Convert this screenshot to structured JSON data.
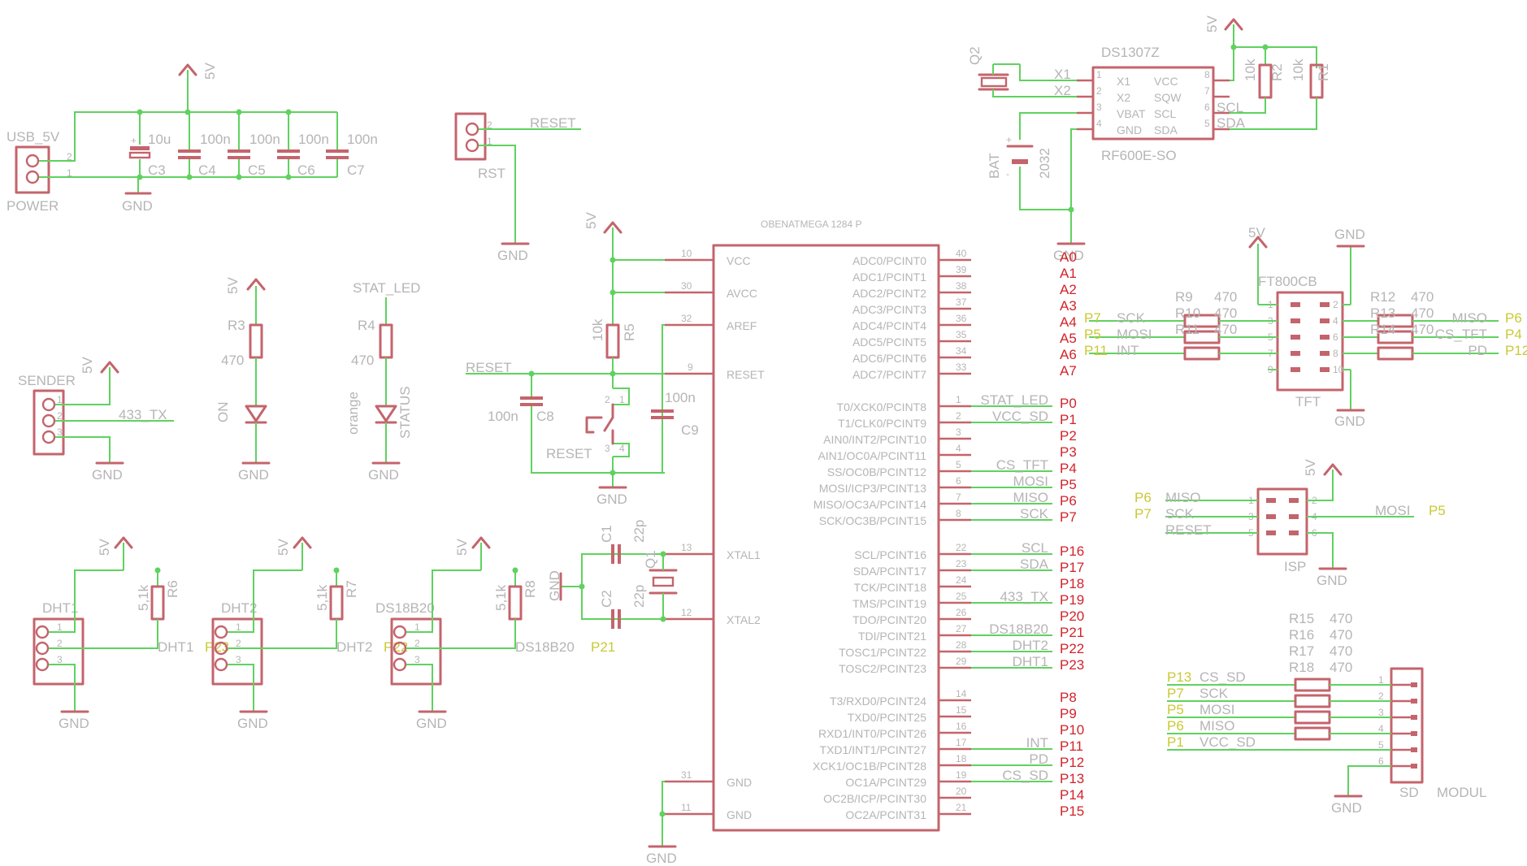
{
  "power": {
    "usb_label": "USB_5V",
    "power_label": "POWER",
    "pin1": "1",
    "pin2": "2",
    "vcc": "5V",
    "gnd": "GND",
    "caps": [
      {
        "value": "10u",
        "name": "C3"
      },
      {
        "value": "100n",
        "name": "C4"
      },
      {
        "value": "100n",
        "name": "C5"
      },
      {
        "value": "100n",
        "name": "C6"
      },
      {
        "value": "100n",
        "name": "C7"
      }
    ]
  },
  "rst": {
    "name": "RST",
    "net": "RESET",
    "pin1": "1",
    "pin2": "2",
    "gnd": "GND"
  },
  "rtc": {
    "crystal": "Q2",
    "chip_name": "DS1307Z",
    "chip_value": "RF600E-SO",
    "pins_left": [
      {
        "num": "1",
        "name": "X1",
        "net": "X1"
      },
      {
        "num": "2",
        "name": "X2",
        "net": "X2"
      },
      {
        "num": "3",
        "name": "VBAT",
        "net": ""
      },
      {
        "num": "4",
        "name": "GND",
        "net": ""
      }
    ],
    "pins_right": [
      {
        "num": "8",
        "name": "VCC",
        "net": ""
      },
      {
        "num": "7",
        "name": "SQW",
        "net": ""
      },
      {
        "num": "6",
        "name": "SCL",
        "net": "SCL"
      },
      {
        "num": "5",
        "name": "SDA",
        "net": "SDA"
      }
    ],
    "r2": {
      "name": "R2",
      "value": "10k"
    },
    "r1": {
      "name": "R1",
      "value": "10k"
    },
    "bat": {
      "name": "BAT",
      "value": "2032"
    },
    "vcc": "5V",
    "gnd": "GND"
  },
  "mcu": {
    "title": "OBENATMEGA 1284 P",
    "reset_net": "RESET",
    "vcc": "5V",
    "gnd": "GND",
    "r5": {
      "name": "R5",
      "value": "10k"
    },
    "c8": {
      "name": "C8",
      "value": "100n"
    },
    "c9": {
      "name": "C9",
      "value": "100n"
    },
    "reset_btn": "RESET",
    "btn_pins": [
      "1",
      "2",
      "3",
      "4"
    ],
    "c1": {
      "name": "C1",
      "value": "22p"
    },
    "c2": {
      "name": "C2",
      "value": "22p"
    },
    "q1": "Q1",
    "left_pins": [
      {
        "num": "10",
        "name": "VCC"
      },
      {
        "num": "30",
        "name": "AVCC"
      },
      {
        "num": "32",
        "name": "AREF"
      },
      {
        "num": "9",
        "name": "RESET"
      },
      {
        "num": "13",
        "name": "XTAL1"
      },
      {
        "num": "12",
        "name": "XTAL2"
      },
      {
        "num": "31",
        "name": "GND"
      },
      {
        "num": "11",
        "name": "GND"
      }
    ],
    "right_pins": [
      {
        "num": "40",
        "name": "ADC0/PCINT0",
        "net": "",
        "tag": "A0"
      },
      {
        "num": "39",
        "name": "ADC1/PCINT1",
        "net": "",
        "tag": "A1"
      },
      {
        "num": "38",
        "name": "ADC2/PCINT2",
        "net": "",
        "tag": "A2"
      },
      {
        "num": "37",
        "name": "ADC3/PCINT3",
        "net": "",
        "tag": "A3"
      },
      {
        "num": "36",
        "name": "ADC4/PCINT4",
        "net": "",
        "tag": "A4"
      },
      {
        "num": "35",
        "name": "ADC5/PCINT5",
        "net": "",
        "tag": "A5"
      },
      {
        "num": "34",
        "name": "ADC6/PCINT6",
        "net": "",
        "tag": "A6"
      },
      {
        "num": "33",
        "name": "ADC7/PCINT7",
        "net": "",
        "tag": "A7"
      },
      {
        "num": "1",
        "name": "T0/XCK0/PCINT8",
        "net": "STAT_LED",
        "tag": "P0"
      },
      {
        "num": "2",
        "name": "T1/CLK0/PCINT9",
        "net": "VCC_SD",
        "tag": "P1"
      },
      {
        "num": "3",
        "name": "AIN0/INT2/PCINT10",
        "net": "",
        "tag": "P2"
      },
      {
        "num": "4",
        "name": "AIN1/OC0A/PCINT11",
        "net": "",
        "tag": "P3"
      },
      {
        "num": "5",
        "name": "SS/OC0B/PCINT12",
        "net": "CS_TFT",
        "tag": "P4"
      },
      {
        "num": "6",
        "name": "MOSI/ICP3/PCINT13",
        "net": "MOSI",
        "tag": "P5"
      },
      {
        "num": "7",
        "name": "MISO/OC3A/PCINT14",
        "net": "MISO",
        "tag": "P6"
      },
      {
        "num": "8",
        "name": "SCK/OC3B/PCINT15",
        "net": "SCK",
        "tag": "P7"
      },
      {
        "num": "22",
        "name": "SCL/PCINT16",
        "net": "SCL",
        "tag": "P16"
      },
      {
        "num": "23",
        "name": "SDA/PCINT17",
        "net": "SDA",
        "tag": "P17"
      },
      {
        "num": "24",
        "name": "TCK/PCINT18",
        "net": "",
        "tag": "P18"
      },
      {
        "num": "25",
        "name": "TMS/PCINT19",
        "net": "433_TX",
        "tag": "P19"
      },
      {
        "num": "26",
        "name": "TDO/PCINT20",
        "net": "",
        "tag": "P20"
      },
      {
        "num": "27",
        "name": "TDI/PCINT21",
        "net": "DS18B20",
        "tag": "P21"
      },
      {
        "num": "28",
        "name": "TOSC1/PCINT22",
        "net": "DHT2",
        "tag": "P22"
      },
      {
        "num": "29",
        "name": "TOSC2/PCINT23",
        "net": "DHT1",
        "tag": "P23"
      },
      {
        "num": "14",
        "name": "T3/RXD0/PCINT24",
        "net": "",
        "tag": "P8"
      },
      {
        "num": "15",
        "name": "TXD0/PCINT25",
        "net": "",
        "tag": "P9"
      },
      {
        "num": "16",
        "name": "RXD1/INT0/PCINT26",
        "net": "",
        "tag": "P10"
      },
      {
        "num": "17",
        "name": "TXD1/INT1/PCINT27",
        "net": "INT",
        "tag": "P11"
      },
      {
        "num": "18",
        "name": "XCK1/OC1B/PCINT28",
        "net": "PD",
        "tag": "P12"
      },
      {
        "num": "19",
        "name": "OC1A/PCINT29",
        "net": "CS_SD",
        "tag": "P13"
      },
      {
        "num": "20",
        "name": "OC2B/ICP/PCINT30",
        "net": "",
        "tag": "P14"
      },
      {
        "num": "21",
        "name": "OC2A/PCINT31",
        "net": "",
        "tag": "P15"
      }
    ]
  },
  "sender": {
    "name": "SENDER",
    "vcc": "5V",
    "net": "433_TX",
    "gnd": "GND",
    "pins": [
      "1",
      "2",
      "3"
    ]
  },
  "on_led": {
    "vcc": "5V",
    "r": {
      "name": "R3",
      "value": "470"
    },
    "led": "ON",
    "gnd": "GND"
  },
  "stat_led": {
    "net": "STAT_LED",
    "r": {
      "name": "R4",
      "value": "470"
    },
    "color": "orange",
    "led": "STATUS",
    "gnd": "GND"
  },
  "sensors": [
    {
      "name": "DHT1",
      "r": "R6",
      "value": "5,1k",
      "net": "DHT1",
      "tag": "P23",
      "vcc": "5V",
      "gnd": "GND"
    },
    {
      "name": "DHT2",
      "r": "R7",
      "value": "5,1k",
      "net": "DHT2",
      "tag": "P22",
      "vcc": "5V",
      "gnd": "GND"
    },
    {
      "name": "DS18B20",
      "r": "R8",
      "value": "5,1k",
      "net": "DS18B20",
      "tag": "P21",
      "vcc": "5V",
      "gnd": "GND"
    }
  ],
  "tft": {
    "chip": "FT800CB",
    "name": "TFT",
    "vcc": "5V",
    "gnd_top": "GND",
    "gnd": "GND",
    "pin_nums": [
      "1",
      "2",
      "3",
      "4",
      "5",
      "6",
      "7",
      "8",
      "9",
      "10"
    ],
    "left_resistors": [
      {
        "name": "R9",
        "value": "470"
      },
      {
        "name": "R10",
        "value": "470"
      },
      {
        "name": "R11",
        "value": "470"
      }
    ],
    "right_resistors": [
      {
        "name": "R12",
        "value": "470"
      },
      {
        "name": "R13",
        "value": "470"
      },
      {
        "name": "R14",
        "value": "470"
      }
    ],
    "left_nets": [
      {
        "tag": "P7",
        "net": "SCK"
      },
      {
        "tag": "P5",
        "net": "MOSI"
      },
      {
        "tag": "P11",
        "net": "INT"
      }
    ],
    "right_nets": [
      {
        "tag": "P6",
        "net": "MISO"
      },
      {
        "tag": "P4",
        "net": "CS_TFT"
      },
      {
        "tag": "P12",
        "net": "PD"
      }
    ]
  },
  "isp": {
    "name": "ISP",
    "vcc": "5V",
    "gnd": "GND",
    "pin_nums": [
      "1",
      "2",
      "3",
      "4",
      "5",
      "6"
    ],
    "left_nets": [
      {
        "tag": "P6",
        "net": "MISO"
      },
      {
        "tag": "P7",
        "net": "SCK"
      },
      {
        "tag": "",
        "net": "RESET"
      }
    ],
    "right_net": {
      "tag": "P5",
      "net": "MOSI"
    }
  },
  "sd": {
    "name": "SD",
    "modul": "MODUL",
    "gnd": "GND",
    "pin_nums": [
      "1",
      "2",
      "3",
      "4",
      "5",
      "6"
    ],
    "resistors": [
      {
        "name": "R15",
        "value": "470"
      },
      {
        "name": "R16",
        "value": "470"
      },
      {
        "name": "R17",
        "value": "470"
      },
      {
        "name": "R18",
        "value": "470"
      }
    ],
    "nets": [
      {
        "tag": "P13",
        "net": "CS_SD"
      },
      {
        "tag": "P7",
        "net": "SCK"
      },
      {
        "tag": "P5",
        "net": "MOSI"
      },
      {
        "tag": "P6",
        "net": "MISO"
      },
      {
        "tag": "P1",
        "net": "VCC_SD"
      }
    ]
  }
}
